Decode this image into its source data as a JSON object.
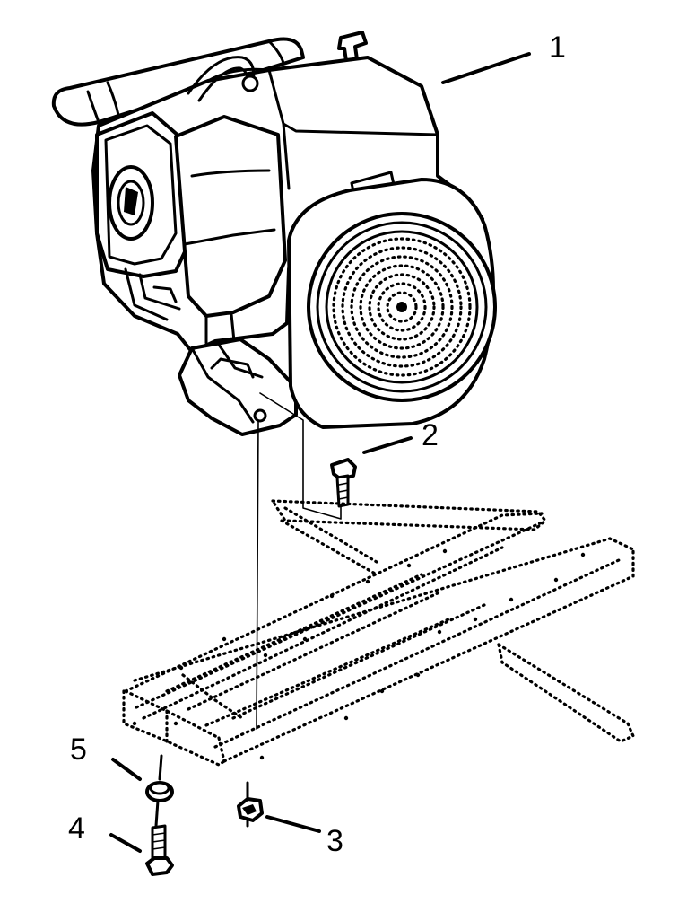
{
  "diagram": {
    "callouts": [
      {
        "id": "engine",
        "label": "1"
      },
      {
        "id": "bolt-top",
        "label": "2"
      },
      {
        "id": "nut-bottom",
        "label": "3"
      },
      {
        "id": "bolt-bottom",
        "label": "4"
      },
      {
        "id": "spacer",
        "label": "5"
      }
    ]
  }
}
